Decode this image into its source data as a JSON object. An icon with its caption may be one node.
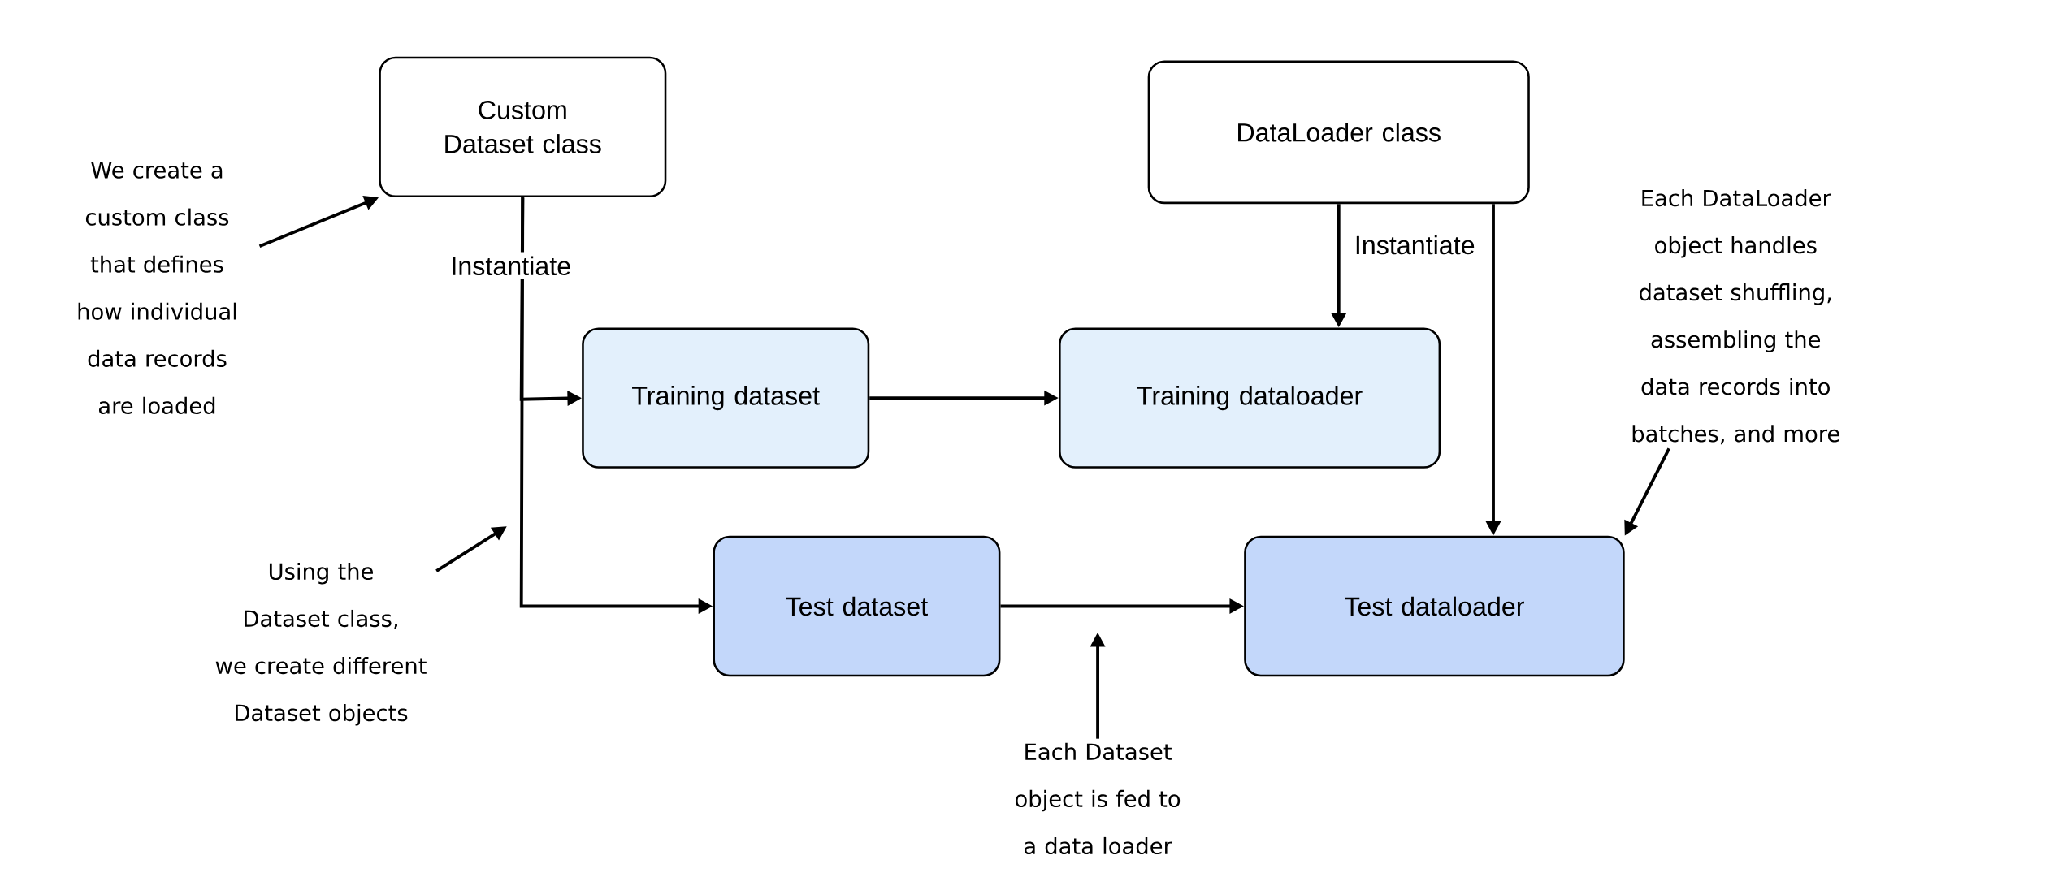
{
  "diagram": {
    "nodes": [
      {
        "text": [
          "Custom Dataset class"
        ]
      },
      {
        "text": [
          "DataLoader class"
        ]
      },
      {
        "text": [
          "Training dataset"
        ]
      },
      {
        "text": [
          "Training dataloader"
        ]
      },
      {
        "text": [
          "Test dataset"
        ]
      },
      {
        "text": [
          "Test dataloader"
        ]
      },
      {
        "text": [
          "We create a custom class that defines how individual data records are loaded"
        ]
      },
      {
        "text": [
          "Using the Dataset class, we create different Dataset objects"
        ]
      },
      {
        "text": [
          "Each Dataset object is fed to a data loader"
        ]
      },
      {
        "text": [
          "Each DataLoader object handles dataset shuffling, assembling the data records into batches, and more"
        ]
      }
    ],
    "edges": [
      {
        "from": 0,
        "to": 2,
        "arrow": "to",
        "label": "Instantiate"
      },
      {
        "from": 0,
        "to": 4,
        "arrow": "to"
      },
      {
        "from": 1,
        "to": 3,
        "arrow": "to",
        "label": "Instantiate"
      },
      {
        "from": 1,
        "to": 5,
        "arrow": "to"
      },
      {
        "from": 2,
        "to": 3,
        "arrow": "to"
      },
      {
        "from": 4,
        "to": 5,
        "arrow": "to"
      },
      {
        "from": 6,
        "to": 0,
        "arrow": "to"
      },
      {
        "from": 7,
        "to": null,
        "arrow": "to"
      },
      {
        "from": 8,
        "to": null,
        "arrow": "to"
      },
      {
        "from": 9,
        "to": 5,
        "arrow": "to"
      }
    ]
  }
}
